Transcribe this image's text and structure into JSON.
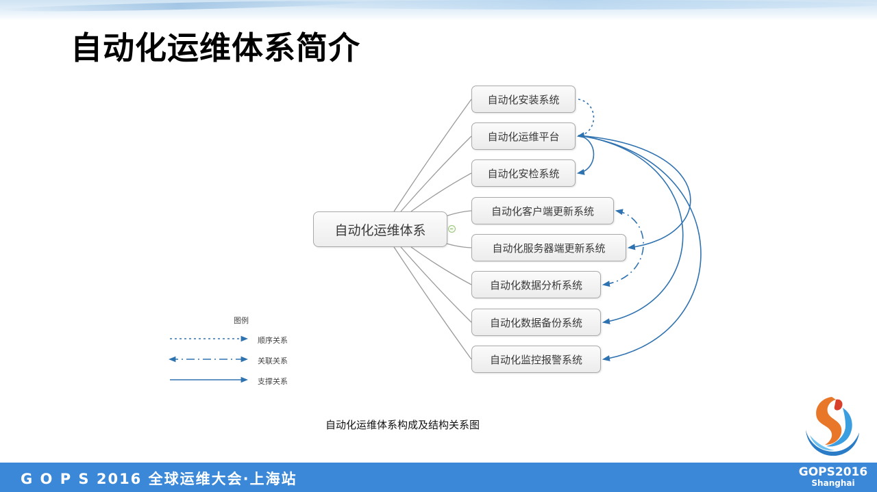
{
  "slide": {
    "title": "自动化运维体系简介",
    "caption": "自动化运维体系构成及结构关系图"
  },
  "diagram": {
    "root": "自动化运维体系",
    "children": [
      {
        "id": "install",
        "label": "自动化安装系统"
      },
      {
        "id": "ops_platform",
        "label": "自动化运维平台"
      },
      {
        "id": "security_check",
        "label": "自动化安检系统"
      },
      {
        "id": "client_update",
        "label": "自动化客户端更新系统"
      },
      {
        "id": "server_update",
        "label": "自动化服务器端更新系统"
      },
      {
        "id": "data_analysis",
        "label": "自动化数据分析系统"
      },
      {
        "id": "data_backup",
        "label": "自动化数据备份系统"
      },
      {
        "id": "monitor_alarm",
        "label": "自动化监控报警系统"
      }
    ],
    "relations": [
      {
        "from": "install",
        "to": "ops_platform",
        "type": "sequence"
      },
      {
        "from": "ops_platform",
        "to": "security_check",
        "type": "support"
      },
      {
        "from": "ops_platform",
        "to": "server_update",
        "type": "support"
      },
      {
        "from": "ops_platform",
        "to": "data_backup",
        "type": "support"
      },
      {
        "from": "ops_platform",
        "to": "monitor_alarm",
        "type": "support"
      },
      {
        "from": "client_update",
        "to": "data_analysis",
        "type": "association"
      }
    ],
    "colors": {
      "relation_line": "#2f72b0",
      "branch_line": "#9a9a9a",
      "node_border": "#a9a9a9"
    }
  },
  "legend": {
    "title": "图例",
    "items": [
      {
        "type": "sequence",
        "label": "顺序关系"
      },
      {
        "type": "association",
        "label": "关联关系"
      },
      {
        "type": "support",
        "label": "支撑关系"
      }
    ]
  },
  "footer": {
    "event_text": "G O P S 2016 全球运维大会·上海站",
    "brand_name": "GOPS2016",
    "brand_city": "Shanghai",
    "bar_color": "#3b88d8"
  }
}
